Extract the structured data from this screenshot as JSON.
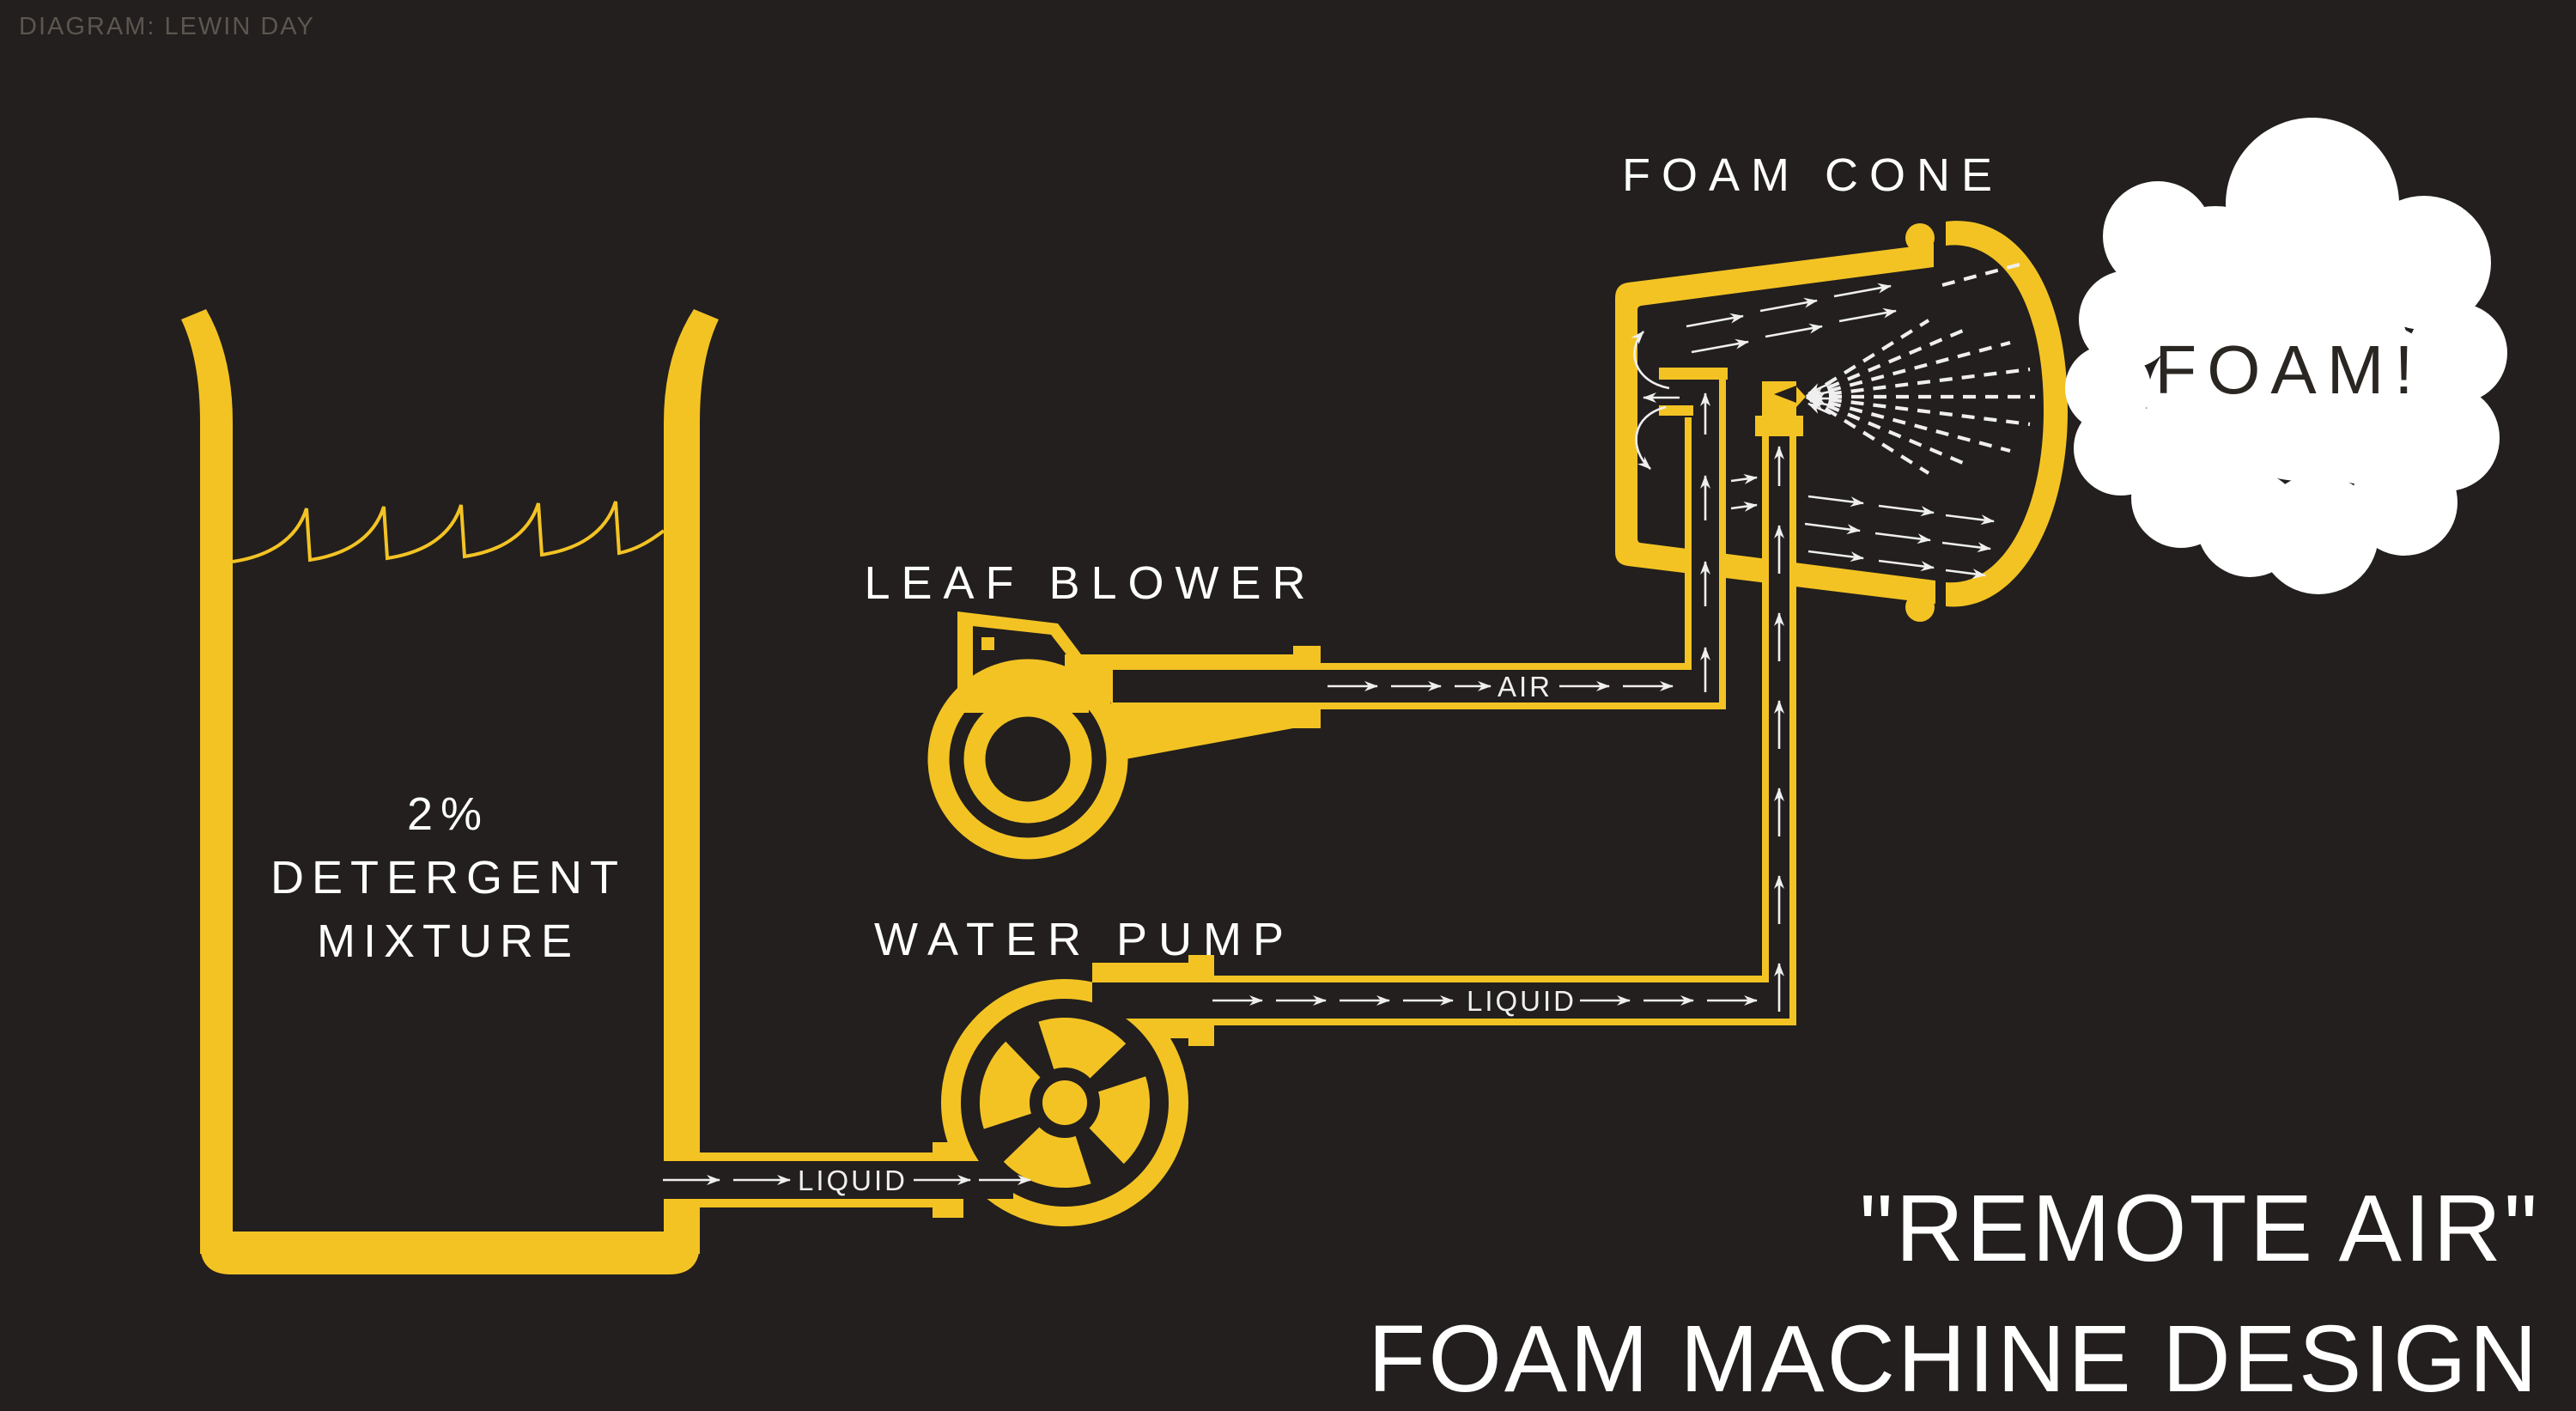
{
  "credit": "DIAGRAM: LEWIN DAY",
  "title": {
    "line1": "\"REMOTE AIR\"",
    "line2": "FOAM MACHINE DESIGN"
  },
  "colors": {
    "background": "#221F1E",
    "accent_yellow": "#F3C324",
    "label_white": "#FFFFFF",
    "flow_white": "#EFEFEF",
    "credit_gray": "#5B5650",
    "cloud_text": "#2A2722"
  },
  "tank": {
    "label_lines": [
      "2%",
      "DETERGENT",
      "MIXTURE"
    ]
  },
  "leaf_blower": {
    "label": "LEAF BLOWER"
  },
  "water_pump": {
    "label": "WATER PUMP"
  },
  "foam_cone": {
    "label": "FOAM CONE"
  },
  "cloud": {
    "label": "FOAM!"
  },
  "flows": {
    "air_label": "AIR",
    "liquid_label_1": "LIQUID",
    "liquid_label_2": "LIQUID"
  }
}
